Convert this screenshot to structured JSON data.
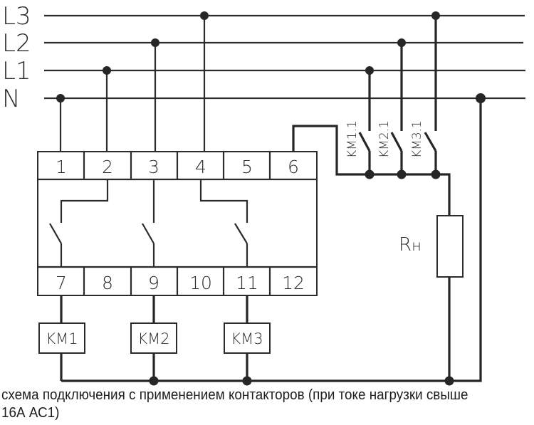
{
  "bus_labels": {
    "L3": "L3",
    "L2": "L2",
    "L1": "L1",
    "N": "N"
  },
  "terminals": {
    "top": [
      "1",
      "2",
      "3",
      "4",
      "5",
      "6"
    ],
    "bottom": [
      "7",
      "8",
      "9",
      "10",
      "11",
      "12"
    ]
  },
  "coils": [
    "KM1",
    "KM2",
    "KM3"
  ],
  "contacts": [
    "KM1.1",
    "KM2.1",
    "KM3.1"
  ],
  "load": {
    "label_main": "R",
    "label_sub": "н"
  },
  "caption": "схема подключения с применением контакторов (при токе нагрузки свыше 16А АС1)",
  "colors": {
    "line": "#2b2b2b",
    "background": "#ffffff",
    "text": "#2d2d2d"
  }
}
